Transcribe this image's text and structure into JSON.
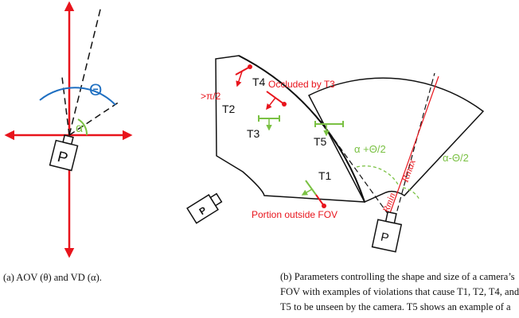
{
  "panel_a": {
    "theta_label": "Θ",
    "alpha_label": "α",
    "camera_label": "P",
    "caption": "(a)  AOV (θ) and VD (α)."
  },
  "panel_b": {
    "targets": {
      "t1": "T1",
      "t2": "T2",
      "t3": "T3",
      "t4": "T4",
      "t5": "T5"
    },
    "annotations": {
      "occluded": "Occluded by T3",
      "gt_pi_half": ">π/2",
      "outside_fov": "Portion outside FOV",
      "alpha_plus": "α +Θ/2",
      "alpha_minus": "α-Θ/2",
      "rmax": "Rmax",
      "rmin": "Rmin"
    },
    "camera_labels": {
      "small": "P",
      "main": "P"
    },
    "caption_lines": [
      "(b)  Parameters controlling the shape and size of a camera’s",
      "FOV with examples of violations that cause T1, T2, T4, and",
      "T5 to be unseen by the camera. T5 shows an example of a"
    ]
  },
  "colors": {
    "red": "#e8141c",
    "blue": "#1f6fc1",
    "green": "#7ac143",
    "outline": "#111111"
  }
}
